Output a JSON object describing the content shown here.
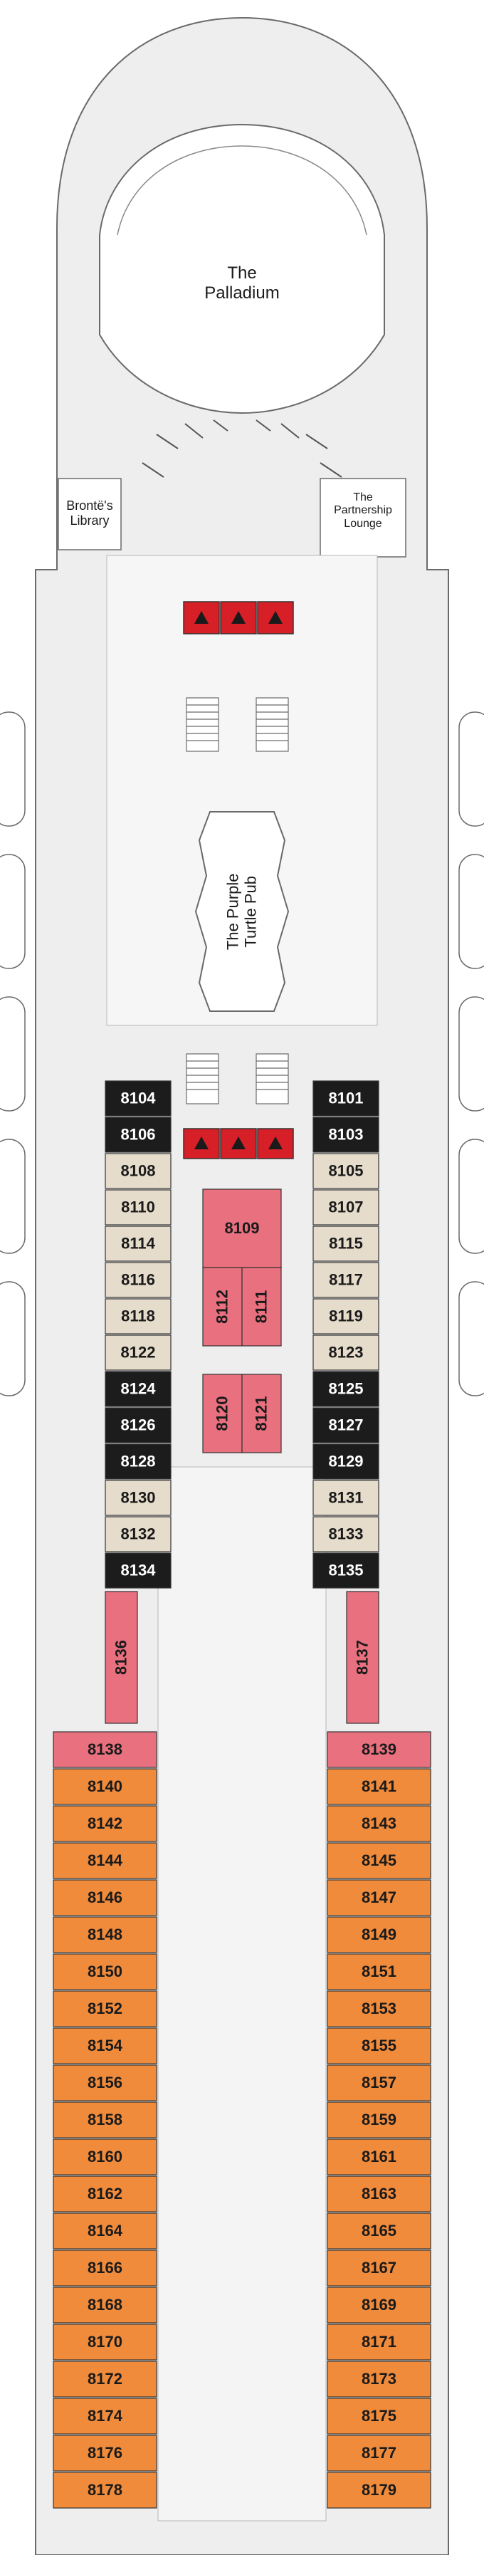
{
  "venues": {
    "palladium": [
      "The",
      "Palladium"
    ],
    "library": [
      "Brontë's",
      "Library"
    ],
    "lounge": [
      "The",
      "Partnership",
      "Lounge"
    ],
    "pub": [
      "The Purple",
      "Turtle Pub"
    ]
  },
  "colors": {
    "hull": "#eeeeee",
    "outline": "#6a6a6a",
    "black_cabin": "#1c1c1c",
    "beige_cabin": "#e6dccb",
    "pink_cabin": "#e9707f",
    "orange_cabin": "#f08b3c",
    "elevator": "#d61f26",
    "white": "#ffffff"
  },
  "cabins": {
    "left_upper": [
      {
        "num": "8104",
        "cat": "black"
      },
      {
        "num": "8106",
        "cat": "black"
      },
      {
        "num": "8108",
        "cat": "beige"
      },
      {
        "num": "8110",
        "cat": "beige"
      },
      {
        "num": "8114",
        "cat": "beige"
      },
      {
        "num": "8116",
        "cat": "beige"
      },
      {
        "num": "8118",
        "cat": "beige"
      },
      {
        "num": "8122",
        "cat": "beige"
      },
      {
        "num": "8124",
        "cat": "black"
      },
      {
        "num": "8126",
        "cat": "black"
      },
      {
        "num": "8128",
        "cat": "black"
      },
      {
        "num": "8130",
        "cat": "beige"
      },
      {
        "num": "8132",
        "cat": "beige"
      },
      {
        "num": "8134",
        "cat": "black"
      }
    ],
    "right_upper": [
      {
        "num": "8101",
        "cat": "black"
      },
      {
        "num": "8103",
        "cat": "black"
      },
      {
        "num": "8105",
        "cat": "beige"
      },
      {
        "num": "8107",
        "cat": "beige"
      },
      {
        "num": "8115",
        "cat": "beige"
      },
      {
        "num": "8117",
        "cat": "beige"
      },
      {
        "num": "8119",
        "cat": "beige"
      },
      {
        "num": "8123",
        "cat": "beige"
      },
      {
        "num": "8125",
        "cat": "black"
      },
      {
        "num": "8127",
        "cat": "black"
      },
      {
        "num": "8129",
        "cat": "black"
      },
      {
        "num": "8131",
        "cat": "beige"
      },
      {
        "num": "8133",
        "cat": "beige"
      },
      {
        "num": "8135",
        "cat": "black"
      }
    ],
    "center_top": "8109",
    "center_pairs": [
      [
        "8112",
        "8111"
      ],
      [
        "8120",
        "8121"
      ]
    ],
    "side_pink": {
      "left": "8136",
      "right": "8137"
    },
    "left_lower": [
      "8138",
      "8140",
      "8142",
      "8144",
      "8146",
      "8148",
      "8150",
      "8152",
      "8154",
      "8156",
      "8158",
      "8160",
      "8162",
      "8164",
      "8166",
      "8168",
      "8170",
      "8172",
      "8174",
      "8176",
      "8178"
    ],
    "right_lower": [
      "8139",
      "8141",
      "8143",
      "8145",
      "8147",
      "8149",
      "8151",
      "8153",
      "8155",
      "8157",
      "8159",
      "8161",
      "8163",
      "8165",
      "8167",
      "8169",
      "8171",
      "8173",
      "8175",
      "8177",
      "8179"
    ]
  }
}
